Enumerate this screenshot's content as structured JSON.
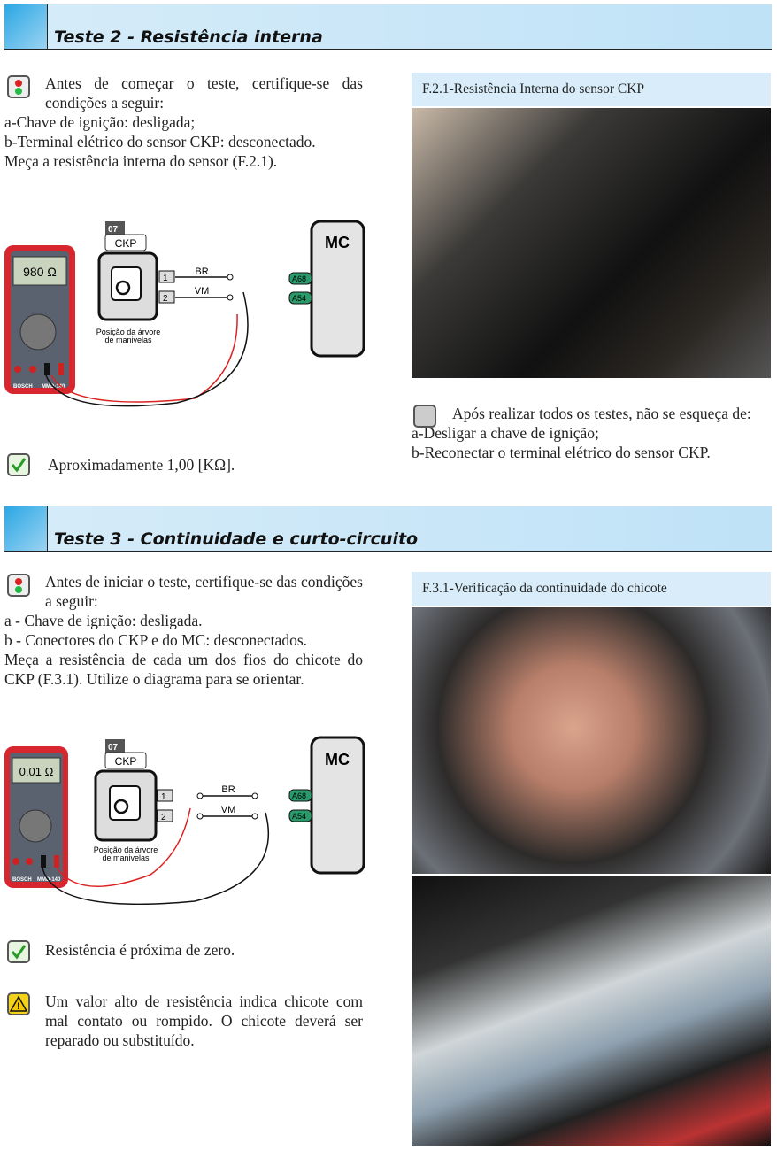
{
  "section2": {
    "title": "Teste 2 - Resistência interna",
    "intro": "Antes de começar o teste, certifique-se das condições a seguir:",
    "items": [
      "a-Chave de ignição: desligada;",
      "b-Terminal elétrico do sensor CKP: desconectado."
    ],
    "instruction": "Meça a resistência interna do sensor (F.2.1).",
    "result": "Aproximadamente 1,00 [KΩ].",
    "figure_caption": "F.2.1-Resistência Interna do sensor CKP",
    "after_note": "Após realizar todos os testes, não se esqueça de:",
    "after_items": [
      "a-Desligar a chave de ignição;",
      "b-Reconectar o terminal elétrico do sensor CKP."
    ],
    "diagram": {
      "meter_reading": "980 Ω",
      "connector_num": "07",
      "sensor": "CKP",
      "sensor_label_1": "Posição da árvore",
      "sensor_label_2": "de manivelas",
      "pin1": "1",
      "pin2": "2",
      "wire1": "BR",
      "wire2": "VM",
      "ecu": "MC",
      "ecu_pin1": "A68",
      "ecu_pin2": "A54",
      "meter_brand": "BOSCH",
      "meter_model": "MMD-140"
    }
  },
  "section3": {
    "title": "Teste 3 - Continuidade e curto-circuito",
    "intro": "Antes de iniciar o teste, certifique-se das condições a seguir:",
    "items": [
      "a - Chave de ignição: desligada.",
      "b - Conectores do CKP e do MC: desconectados."
    ],
    "instruction": "Meça a resistência de cada um dos fios do chicote do CKP (F.3.1). Utilize o diagrama para se orientar.",
    "result": "Resistência é próxima de zero.",
    "warning": "Um valor alto de resistência indica chicote com mal contato ou rompido. O chicote deverá ser reparado ou substituído.",
    "figure_caption": "F.3.1-Verificação da continuidade do chicote",
    "diagram": {
      "meter_reading": "0,01 Ω",
      "connector_num": "07",
      "sensor": "CKP",
      "sensor_label_1": "Posição da árvore",
      "sensor_label_2": "de manivelas",
      "pin1": "1",
      "pin2": "2",
      "wire1": "BR",
      "wire2": "VM",
      "ecu": "MC",
      "ecu_pin1": "A68",
      "ecu_pin2": "A54",
      "meter_brand": "BOSCH",
      "meter_model": "MMD-140"
    }
  }
}
